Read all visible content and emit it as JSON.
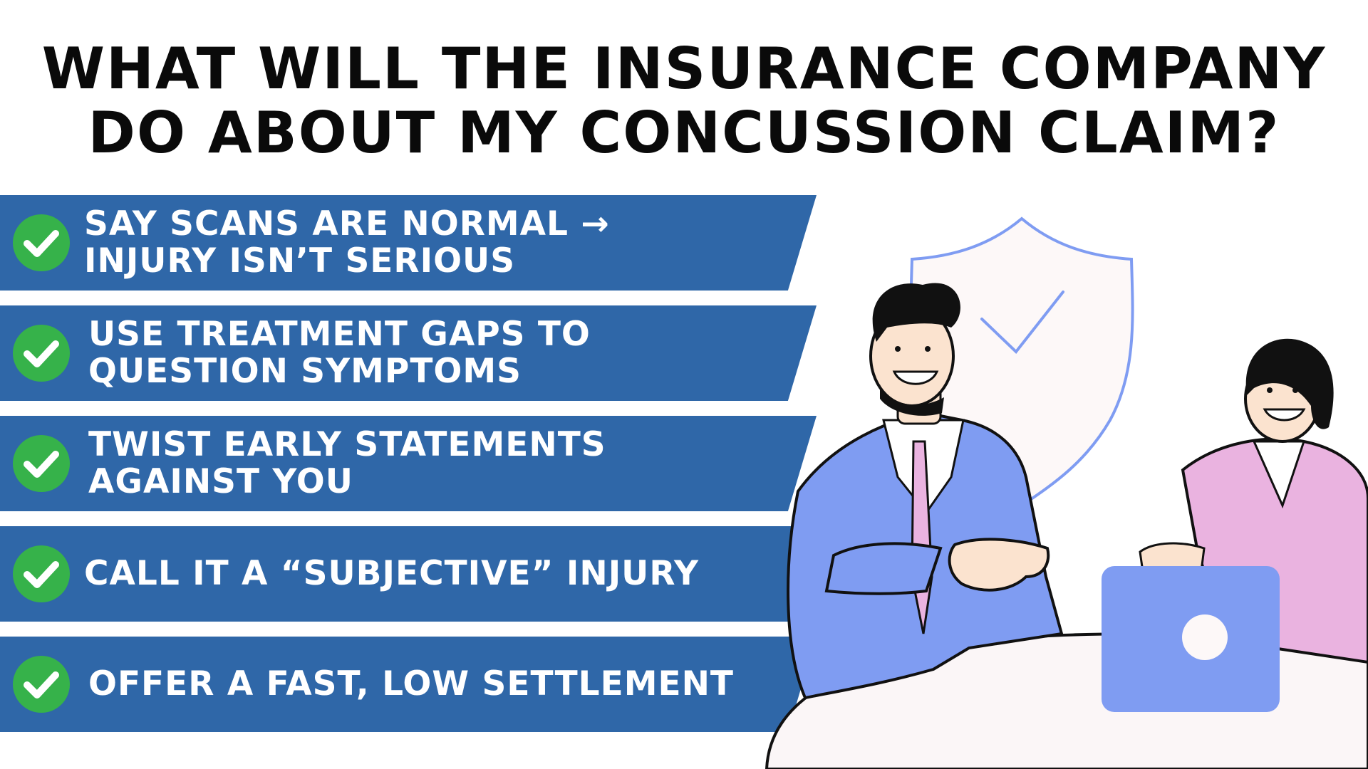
{
  "title": {
    "line1": "WHAT WILL THE INSURANCE COMPANY",
    "line2": "DO ABOUT MY CONCUSSION CLAIM?"
  },
  "items": [
    {
      "line1": "SAY SCANS ARE NORMAL →",
      "line2": "INJURY ISN’T SERIOUS",
      "icon": "check-icon"
    },
    {
      "line1": "USE TREATMENT GAPS TO",
      "line2": "QUESTION SYMPTOMS",
      "icon": "check-icon"
    },
    {
      "line1": "TWIST EARLY STATEMENTS",
      "line2": "AGAINST YOU",
      "icon": "check-icon"
    },
    {
      "line1": "CALL IT A “SUBJECTIVE” INJURY",
      "line2": "",
      "icon": "check-icon"
    },
    {
      "line1": "OFFER A FAST, LOW SETTLEMENT",
      "line2": "",
      "icon": "check-icon"
    }
  ],
  "colors": {
    "banner": "#2f67a8",
    "check": "#36b24a",
    "accent_blue": "#7f9cf2",
    "accent_pink": "#eab3e0",
    "title": "#0a0a0a"
  },
  "illustration": {
    "icons": [
      "shield-check-icon",
      "laptop-icon"
    ],
    "figures": [
      "businessman",
      "businesswoman"
    ]
  }
}
